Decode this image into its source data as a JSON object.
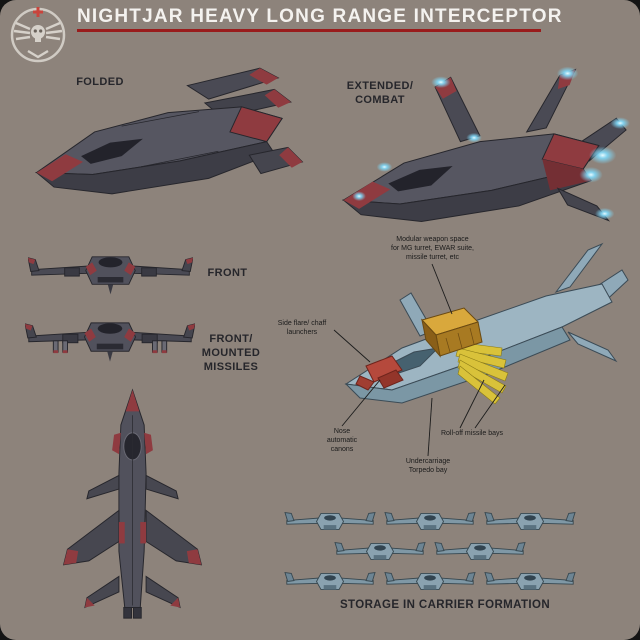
{
  "header": {
    "title": "NIGHTJAR HEAVY LONG RANGE INTERCEPTOR",
    "emblem": "winged-skull-squadron-emblem"
  },
  "labels": {
    "folded": "FOLDED",
    "extended_combat": "EXTENDED/\nCOMBAT",
    "front": "FRONT",
    "front_mounted_missiles": "FRONT/\nMOUNTED\nMISSILES",
    "storage": "STORAGE IN CARRIER FORMATION"
  },
  "annotations": {
    "modular_weapon_space": "Modular weapon space\nfor MG turret, EWAR suite,\nmissile turret, etc",
    "side_flare_chaff": "Side flare/ chaff\nlaunchers",
    "nose_cannons": "Nose\nautomatic\ncanons",
    "roll_off_missile_bays": "Roll-off missile bays",
    "undercarriage_torpedo_bay": "Undercarriage\nTorpedo bay"
  },
  "colors": {
    "background": "#8d837b",
    "title_text": "#f4f2ef",
    "title_underline": "#991c1c",
    "label_text": "#26262b",
    "hull_gray": "#565661",
    "hull_dark": "#3d3d46",
    "accent_red": "#8f3b40",
    "thruster_glow": "#7fd8f8",
    "schematic_blue": "#8fa9b8",
    "module_orange": "#d9a83c",
    "missile_bay_yellow": "#d9c23a",
    "highlight_red": "#b5493c"
  }
}
